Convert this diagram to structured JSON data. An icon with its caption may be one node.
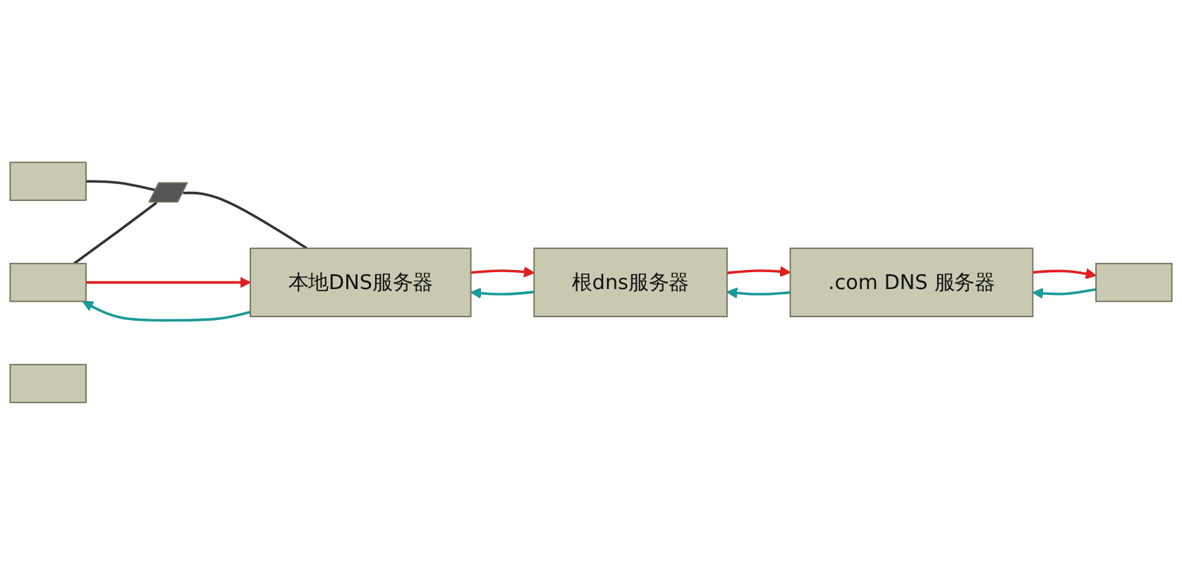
{
  "diagram": {
    "nodes": [
      {
        "text": [],
        "shape": "box"
      },
      {
        "text": [],
        "shape": "box"
      },
      {
        "text": [],
        "shape": "bar"
      },
      {
        "text": [
          "本地DNS服务器"
        ]
      },
      {
        "text": [
          "根dns服务器"
        ]
      },
      {
        "text": [
          ".com DNS 服务器"
        ]
      },
      {
        "text": [],
        "shape": "box"
      },
      {
        "text": [],
        "shape": "box"
      }
    ],
    "edges": [
      {
        "from": 0,
        "to": 2,
        "arrow": "none",
        "color": "#333333"
      },
      {
        "from": 1,
        "to": 2,
        "arrow": "none",
        "color": "#333333"
      },
      {
        "from": 2,
        "to": 3,
        "arrow": "none",
        "color": "#333333"
      },
      {
        "from": 0,
        "to": 3,
        "arrow": "to",
        "color": "#e02020"
      },
      {
        "from": 3,
        "to": 0,
        "arrow": "to",
        "color": "#1a9a9a"
      },
      {
        "from": 3,
        "to": 4,
        "arrow": "to",
        "color": "#e02020"
      },
      {
        "from": 4,
        "to": 3,
        "arrow": "to",
        "color": "#1a9a9a"
      },
      {
        "from": 4,
        "to": 5,
        "arrow": "to",
        "color": "#e02020"
      },
      {
        "from": 5,
        "to": 4,
        "arrow": "to",
        "color": "#1a9a9a"
      },
      {
        "from": 5,
        "to": 6,
        "arrow": "to",
        "color": "#e02020"
      },
      {
        "from": 6,
        "to": 5,
        "arrow": "to",
        "color": "#1a9a9a"
      }
    ]
  }
}
